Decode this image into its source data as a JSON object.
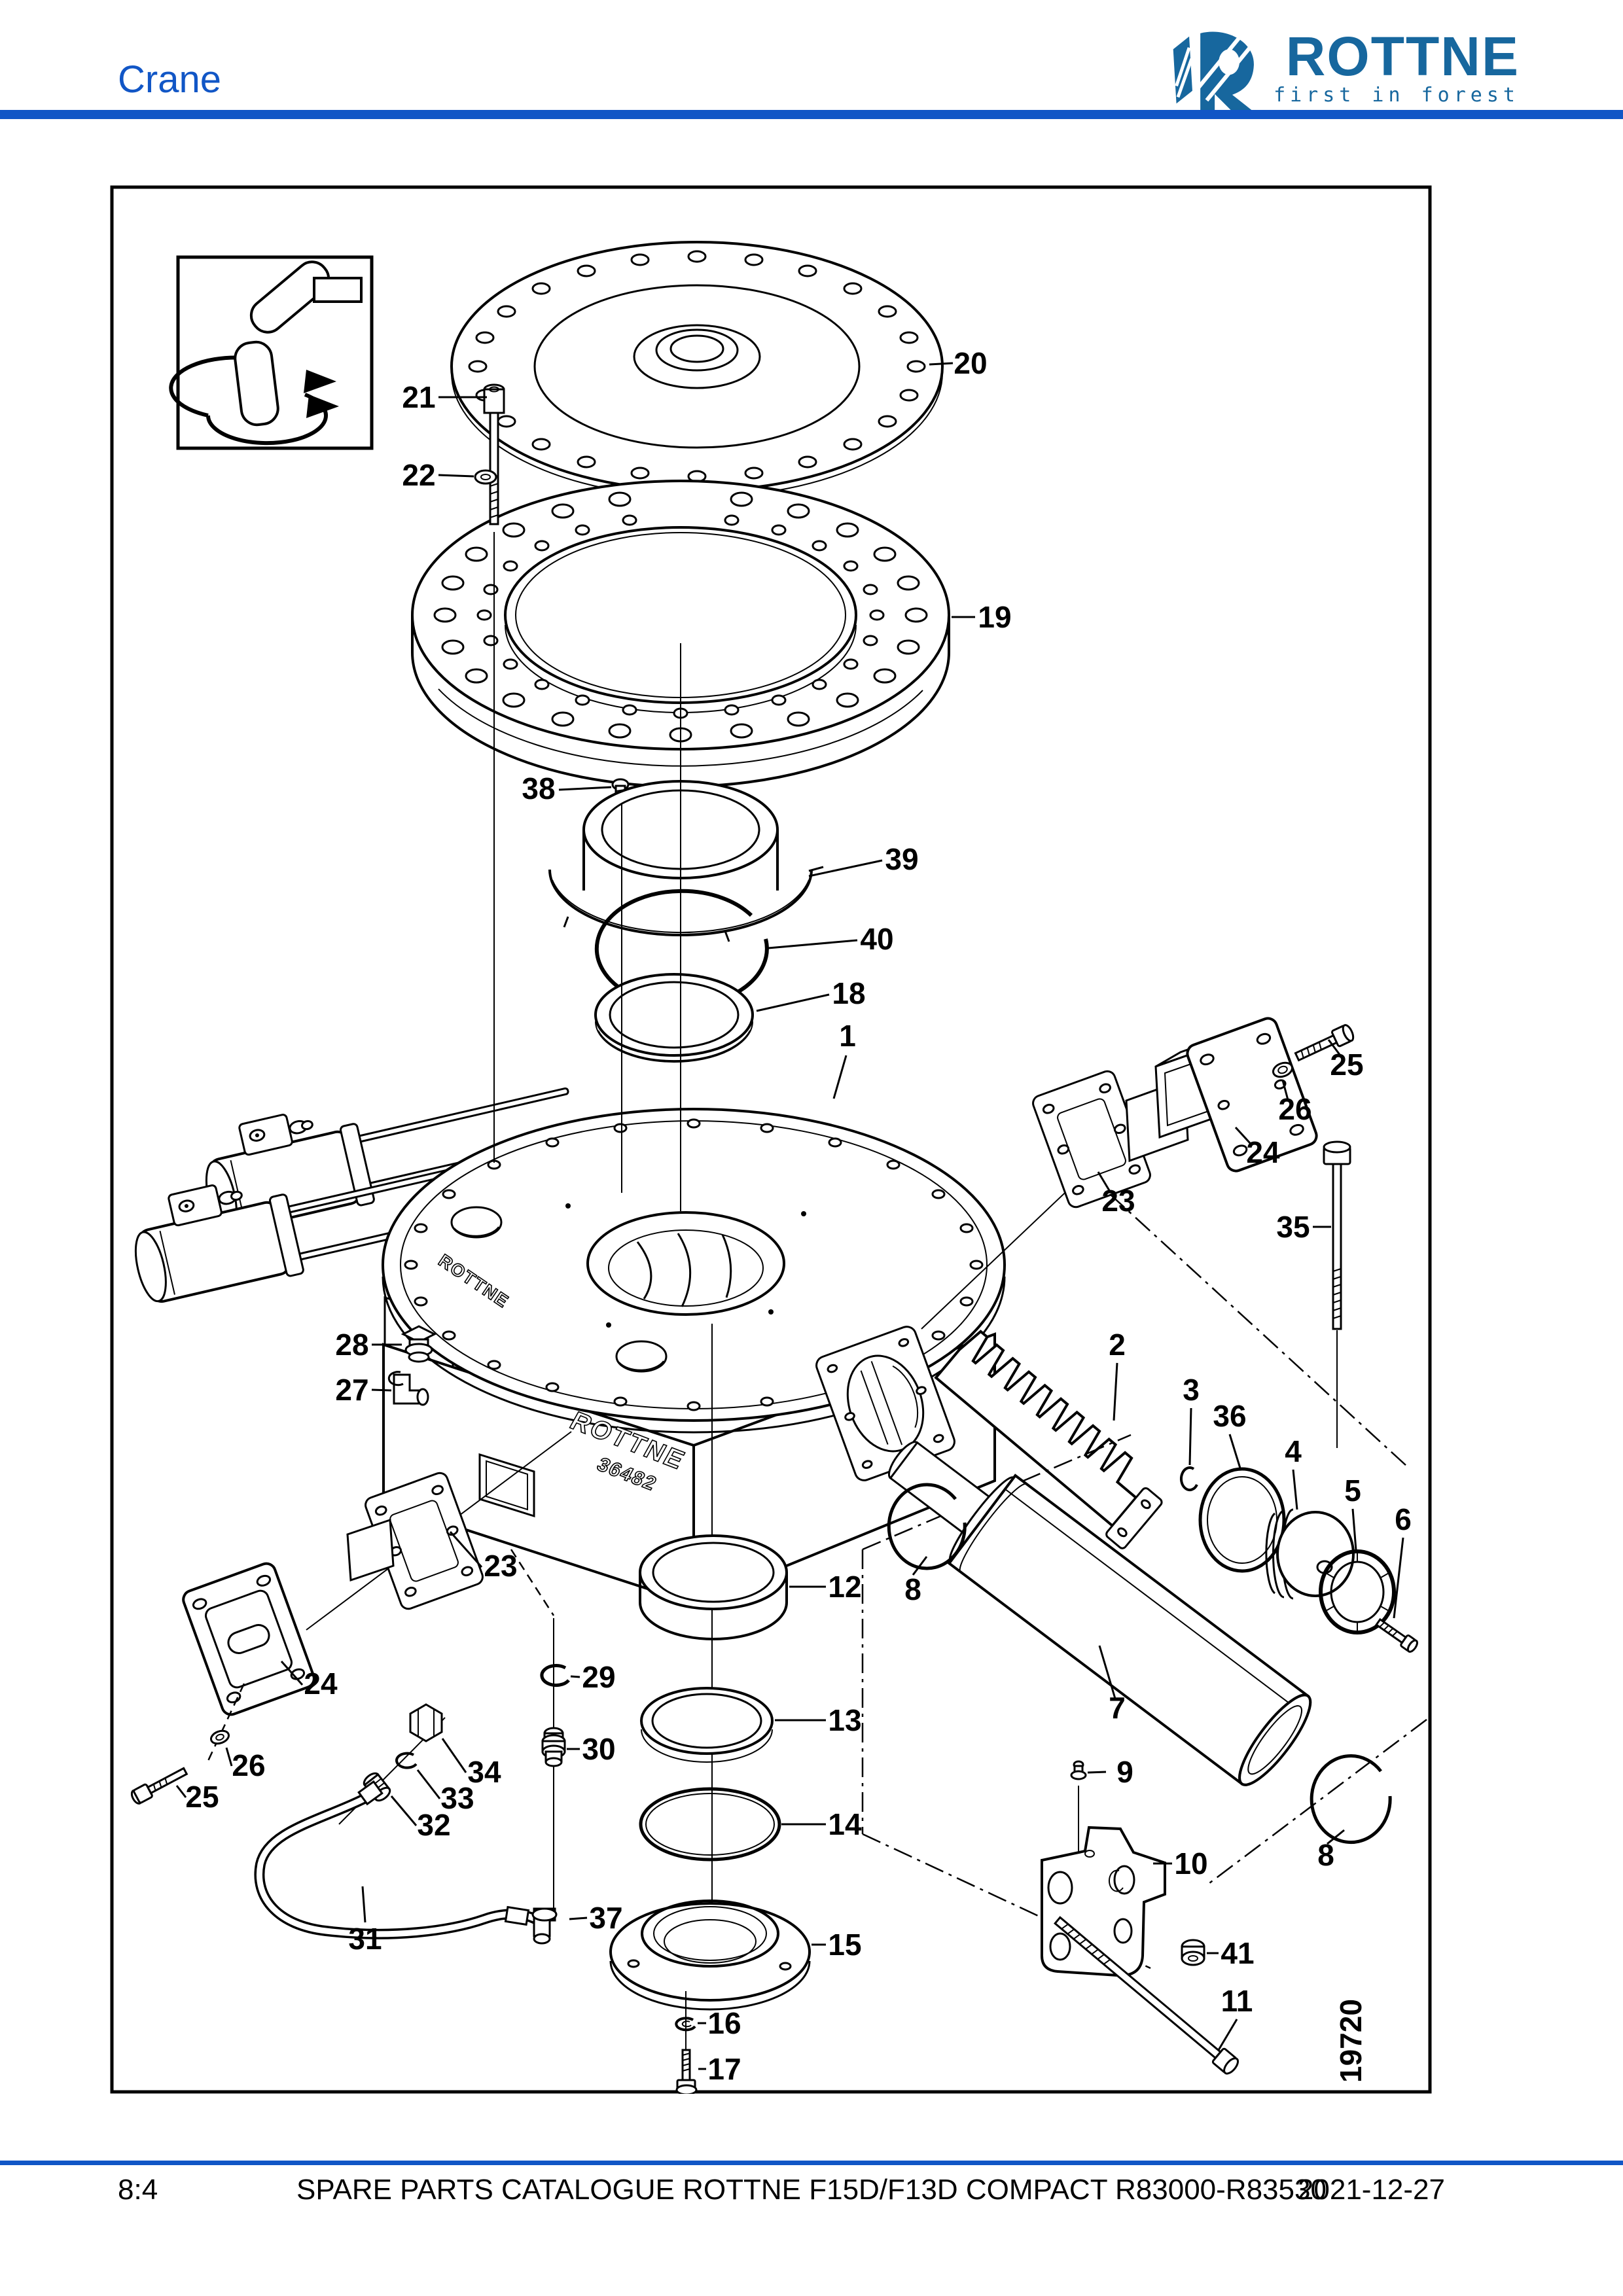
{
  "header": {
    "title": "Crane",
    "brand": "ROTTNE",
    "tagline": "first in forest"
  },
  "footer": {
    "page_number": "8:4",
    "title": "SPARE PARTS CATALOGUE ROTTNE F15D/F13D COMPACT R83000-R83530",
    "date": "2021-12-27"
  },
  "diagram": {
    "drawing_number": "19720",
    "embossed": {
      "brand": "ROTTNE",
      "model": "36482"
    },
    "callouts": {
      "c20": {
        "label": "20"
      },
      "c21": {
        "label": "21"
      },
      "c22": {
        "label": "22"
      },
      "c19": {
        "label": "19"
      },
      "c38": {
        "label": "38"
      },
      "c39": {
        "label": "39"
      },
      "c40": {
        "label": "40"
      },
      "c18": {
        "label": "18"
      },
      "c1": {
        "label": "1"
      },
      "c25r": {
        "label": "25"
      },
      "c26r": {
        "label": "26"
      },
      "c24r": {
        "label": "24"
      },
      "c23r": {
        "label": "23"
      },
      "c35": {
        "label": "35"
      },
      "c28": {
        "label": "28"
      },
      "c27": {
        "label": "27"
      },
      "c2": {
        "label": "2"
      },
      "c3": {
        "label": "3"
      },
      "c36": {
        "label": "36"
      },
      "c4": {
        "label": "4"
      },
      "c5": {
        "label": "5"
      },
      "c6": {
        "label": "6"
      },
      "c23l": {
        "label": "23"
      },
      "c8l": {
        "label": "8"
      },
      "c12": {
        "label": "12"
      },
      "c24l": {
        "label": "24"
      },
      "c29": {
        "label": "29"
      },
      "c13": {
        "label": "13"
      },
      "c26l": {
        "label": "26"
      },
      "c25l": {
        "label": "25"
      },
      "c34": {
        "label": "34"
      },
      "c30": {
        "label": "30"
      },
      "c33": {
        "label": "33"
      },
      "c32": {
        "label": "32"
      },
      "c14": {
        "label": "14"
      },
      "c7": {
        "label": "7"
      },
      "c9": {
        "label": "9"
      },
      "c10": {
        "label": "10"
      },
      "c8r": {
        "label": "8"
      },
      "c31": {
        "label": "31"
      },
      "c37": {
        "label": "37"
      },
      "c15": {
        "label": "15"
      },
      "c41": {
        "label": "41"
      },
      "c16": {
        "label": "16"
      },
      "c11": {
        "label": "11"
      },
      "c17": {
        "label": "17"
      }
    }
  }
}
